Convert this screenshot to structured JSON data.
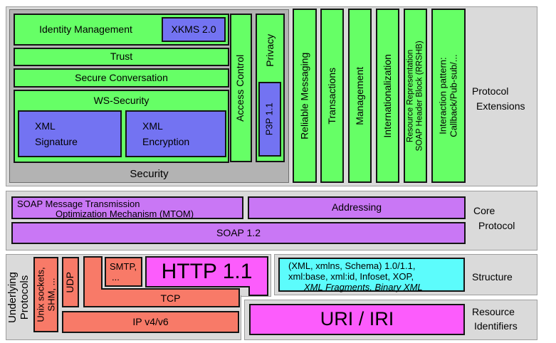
{
  "colors": {
    "band_gray": "#dadada",
    "security_panel_gray": "#b3b3b3",
    "green": "#66ff66",
    "blue": "#7373f2",
    "purple": "#c977f5",
    "salmon": "#f87a68",
    "magenta": "#fc5cfc",
    "cyan": "#5cfcfc",
    "box_border": "#141414"
  },
  "protocol_extensions": {
    "side_label": {
      "line1": "Protocol",
      "line2": "Extensions"
    },
    "security": {
      "panel_label": "Security",
      "identity_management": "Identity Management",
      "xkms": "XKMS 2.0",
      "trust": "Trust",
      "secure_conversation": "Secure Conversation",
      "ws_security": "WS-Security",
      "xml_signature": {
        "line1": "XML",
        "line2": "Signature"
      },
      "xml_encryption": {
        "line1": "XML",
        "line2": "Encryption"
      },
      "access_control": "Access Control",
      "privacy": "Privacy",
      "p3p": "P3P 1.1"
    },
    "extension_bars": {
      "reliable_messaging": "Reliable Messaging",
      "transactions": "Transactions",
      "management": "Management",
      "internationalization": "Internationalization",
      "rrshb": {
        "line1": "Resource Representation",
        "line2": "SOAP Header Block (RRSHB)"
      },
      "interaction_pattern": {
        "line1": "Interaction pattern:",
        "line2": "Callback/Pub-sub/..."
      }
    }
  },
  "core_protocol": {
    "side_label": {
      "line1": "Core",
      "line2": "Protocol"
    },
    "mtom": {
      "line1": "SOAP Message Transmission",
      "line2": "Optimization Mechanism (MTOM)"
    },
    "addressing": "Addressing",
    "soap": "SOAP 1.2"
  },
  "underlying_protocols": {
    "side_label": {
      "line1": "Underlying",
      "line2": "Protocols"
    },
    "unix_sockets": {
      "line1": "Unix sockets,",
      "line2": "SHM, ..."
    },
    "udp": "UDP",
    "smtp": {
      "line1": "SMTP,",
      "line2": "..."
    },
    "http": "HTTP 1.1",
    "tcp": "TCP",
    "ip": "IP v4/v6"
  },
  "structure": {
    "side_label": "Structure",
    "xml_box": {
      "line1": "(XML, xmlns, Schema) 1.0/1.1,",
      "line2": "xml:base, xml:id, Infoset, XOP,",
      "line3": "XML Fragments, Binary XML"
    }
  },
  "resource_identifiers": {
    "side_label": {
      "line1": "Resource",
      "line2": "Identifiers"
    },
    "uri": "URI / IRI"
  }
}
